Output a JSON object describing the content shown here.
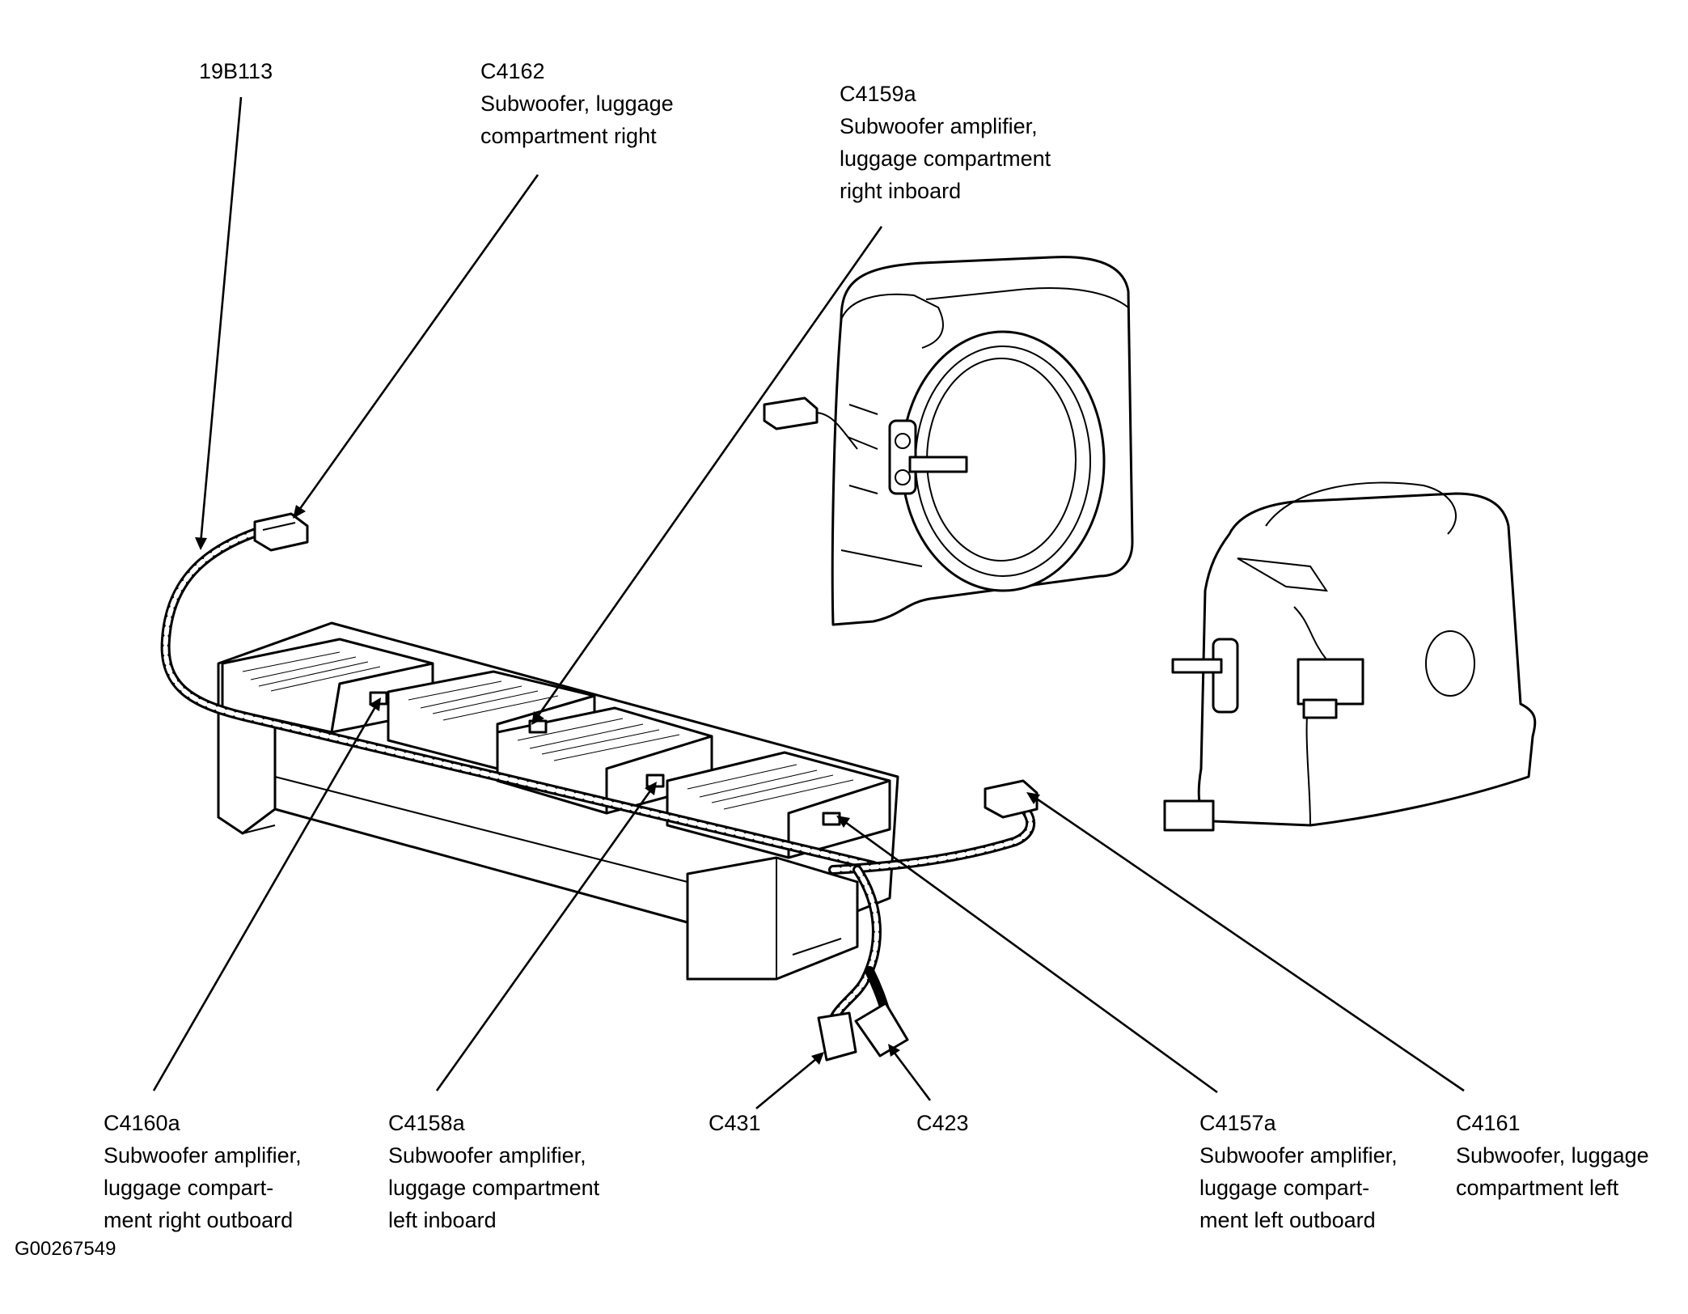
{
  "figure_id": "G00267549",
  "labels": {
    "19b113": {
      "code": "19B113",
      "desc": ""
    },
    "c4162": {
      "code": "C4162",
      "desc": "Subwoofer, luggage\ncompartment right"
    },
    "c4159a": {
      "code": "C4159a",
      "desc": "Subwoofer amplifier,\nluggage compartment\nright inboard"
    },
    "c4160a": {
      "code": "C4160a",
      "desc": "Subwoofer amplifier,\nluggage compart-\nment right outboard"
    },
    "c4158a": {
      "code": "C4158a",
      "desc": "Subwoofer amplifier,\nluggage compartment\nleft inboard"
    },
    "c431": {
      "code": "C431",
      "desc": ""
    },
    "c423": {
      "code": "C423",
      "desc": ""
    },
    "c4157a": {
      "code": "C4157a",
      "desc": "Subwoofer amplifier,\nluggage compart-\nment left outboard"
    },
    "c4161": {
      "code": "C4161",
      "desc": "Subwoofer, luggage\ncompartment left"
    }
  }
}
